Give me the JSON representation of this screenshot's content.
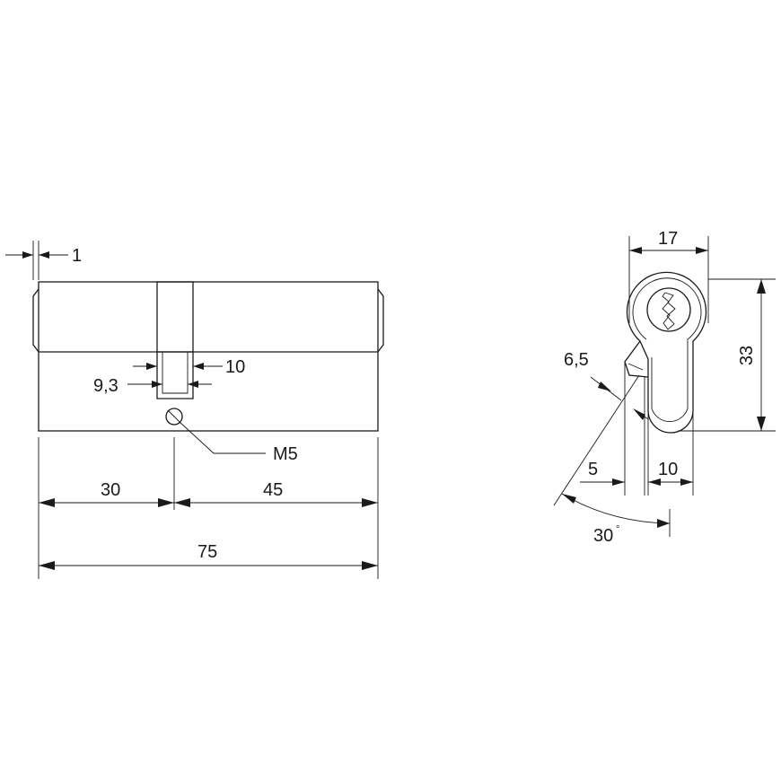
{
  "dimensions": {
    "offset": "1",
    "inner_width_left": "9,3",
    "inner_width_right": "10",
    "thread": "M5",
    "left_length": "30",
    "right_length": "45",
    "total_length": "75",
    "profile_width": "17",
    "profile_height": "33",
    "cam_offset": "6,5",
    "cam_gap": "5",
    "cam_width": "10",
    "cam_angle": "30",
    "degree_mark": "°"
  }
}
